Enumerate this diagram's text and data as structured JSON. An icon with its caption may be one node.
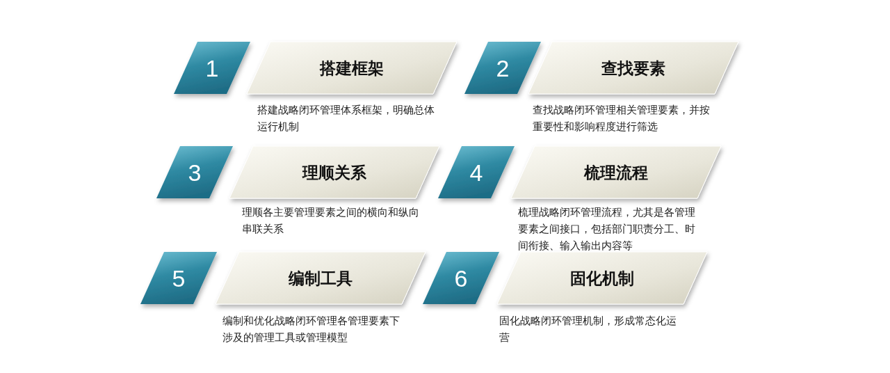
{
  "diagram": {
    "nodes": [
      {
        "text": [
          "1"
        ]
      },
      {
        "text": [
          "搭建框架"
        ]
      },
      {
        "text": [
          "2"
        ]
      },
      {
        "text": [
          "查找要素"
        ]
      },
      {
        "text": [
          "3"
        ]
      },
      {
        "text": [
          "理顺关系"
        ]
      },
      {
        "text": [
          "4"
        ]
      },
      {
        "text": [
          "梳理流程"
        ]
      },
      {
        "text": [
          "5"
        ]
      },
      {
        "text": [
          "编制工具"
        ]
      },
      {
        "text": [
          "6"
        ]
      },
      {
        "text": [
          "固化机制"
        ]
      }
    ],
    "labels": [
      "搭建战略闭环管理体系框架，明确总体运行机制",
      "查找战略闭环管理相关管理要素，并按重要性和影响程度进行筛选",
      "理顺各主要管理要素之间的横向和纵向串联关系",
      "梳理战略闭环管理流程，尤其是各管理要素之间接口，包括部门职责分工、时间衔接、输入输出内容等",
      "编制和优化战略闭环管理各管理要素下涉及的管理工具或管理模型",
      "固化战略闭环管理机制，形成常态化运营"
    ]
  }
}
